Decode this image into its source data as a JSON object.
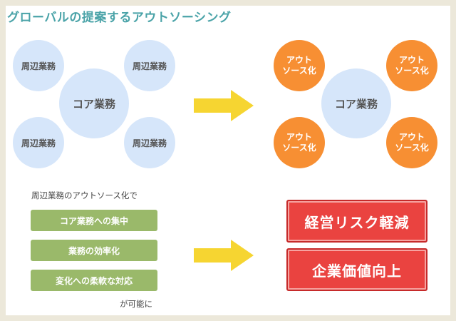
{
  "title": "グローバルの提案するアウトソーシング",
  "left_diagram": {
    "core": "コア業務",
    "satellites": [
      "周辺業務",
      "周辺業務",
      "周辺業務",
      "周辺業務"
    ]
  },
  "right_diagram": {
    "core": "コア業務",
    "satellites": [
      "アウト\nソース化",
      "アウト\nソース化",
      "アウト\nソース化",
      "アウト\nソース化"
    ]
  },
  "benefits": {
    "intro": "周辺業務のアウトソース化で",
    "items": [
      "コア業務への集中",
      "業務の効率化",
      "変化への柔軟な対応"
    ],
    "outro": "が可能に"
  },
  "results": [
    "経営リスク軽減",
    "企業価値向上"
  ],
  "colors": {
    "title": "#4aa3a8",
    "blue_circle": "#d6e6fa",
    "orange_circle": "#f78f33",
    "arrow": "#f6d531",
    "green_box": "#9ab96a",
    "red_box": "#ea4340"
  }
}
